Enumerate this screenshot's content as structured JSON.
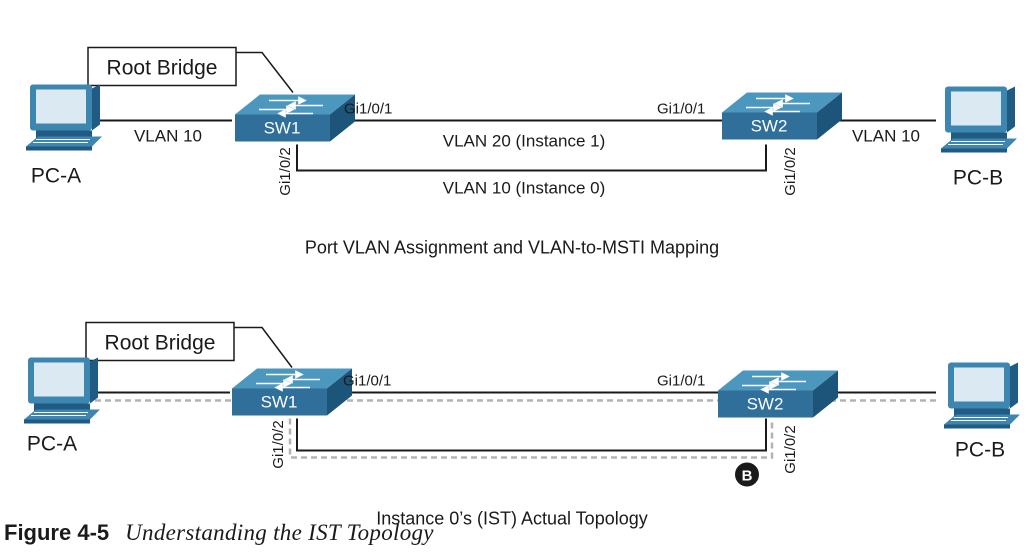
{
  "colors": {
    "switch_top": "#4b97bd",
    "switch_front": "#2f6f99",
    "switch_side": "#1d5479",
    "pc_body": "#3d86b0",
    "pc_dark": "#1f5b82",
    "pc_screen": "#dbe9f2",
    "link": "#1a1a1a",
    "ist_dash": "#b3b3b3",
    "badge": "#1a1a1a"
  },
  "top_diagram": {
    "callout": "Root Bridge",
    "sw1": "SW1",
    "sw2": "SW2",
    "pc_a": "PC-A",
    "pc_b": "PC-B",
    "sw1_port_up": "Gi1/0/1",
    "sw2_port_up": "Gi1/0/1",
    "sw1_port_down": "Gi1/0/2",
    "sw2_port_down": "Gi1/0/2",
    "left_vlan": "VLAN 10",
    "right_vlan": "VLAN 10",
    "upper_link": "VLAN 20 (Instance 1)",
    "lower_link": "VLAN 10 (Instance 0)",
    "caption": "Port VLAN Assignment and VLAN-to-MSTI Mapping"
  },
  "bottom_diagram": {
    "callout": "Root Bridge",
    "sw1": "SW1",
    "sw2": "SW2",
    "pc_a": "PC-A",
    "pc_b": "PC-B",
    "sw1_port_up": "Gi1/0/1",
    "sw2_port_up": "Gi1/0/1",
    "sw1_port_down": "Gi1/0/2",
    "sw2_port_down": "Gi1/0/2",
    "blocked_marker": "B",
    "caption": "Instance 0’s (IST) Actual Topology"
  },
  "figure": {
    "number": "Figure 4-5",
    "title": "Understanding the IST Topology"
  }
}
